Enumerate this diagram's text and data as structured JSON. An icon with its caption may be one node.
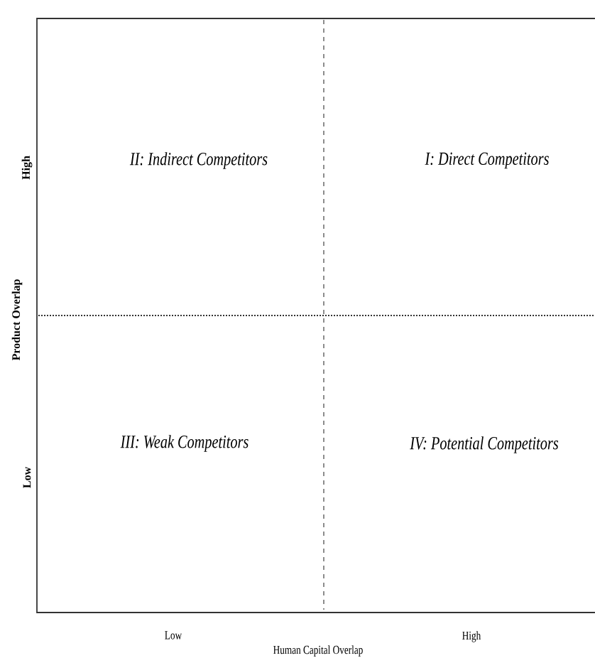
{
  "diagram": {
    "labels": [
      "II: Indirect Competitors",
      "I: Direct Competitors",
      "III: Weak Competitors",
      "IV: Potential Competitors",
      "High",
      "Product Overlap",
      "Low",
      "Low",
      "Human Capital Overlap",
      "High"
    ]
  }
}
